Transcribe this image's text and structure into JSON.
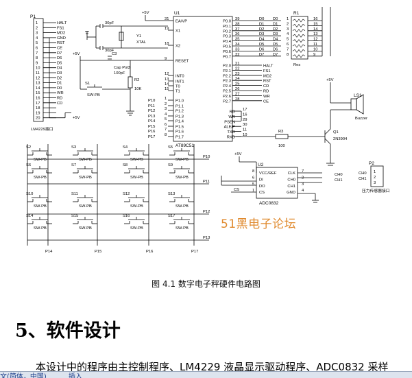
{
  "figure": {
    "caption": "图 4.1  数字电子秤硬件电路图",
    "watermark": "51黑电子论坛",
    "lcd": {
      "ref": "P1",
      "name": "LM4229接口",
      "pins": [
        "HALT",
        "FS1",
        "MD2",
        "GND",
        "RST",
        "CE",
        "D7",
        "D6",
        "D5",
        "D4",
        "D3",
        "D2",
        "D1",
        "D0",
        "WR",
        "RD",
        "CD",
        "",
        "",
        ""
      ],
      "vcc": "+5V"
    },
    "mcu": {
      "ref": "U1",
      "part": "AT89C51",
      "left_pins": [
        "EA/VP",
        "X1",
        "X2",
        "RESET",
        "INT0",
        "INT1",
        "T0",
        "T1",
        "P1.0",
        "P1.1",
        "P1.2",
        "P1.3",
        "P1.4",
        "P1.5",
        "P1.6",
        "P1.7"
      ],
      "left_nums": [
        "31",
        "19",
        "18",
        "9",
        "12",
        "13",
        "14",
        "15",
        "1",
        "2",
        "3",
        "4",
        "5",
        "6",
        "7",
        "8"
      ],
      "p0_pins": [
        "P0.0",
        "P0.1",
        "P0.2",
        "P0.3",
        "P0.4",
        "P0.5",
        "P0.6",
        "P0.7"
      ],
      "p0_nums": [
        "39",
        "38",
        "37",
        "36",
        "35",
        "34",
        "33",
        "32"
      ],
      "p2_pins": [
        "P2.0",
        "P2.1",
        "P2.2",
        "P2.3",
        "P2.4",
        "P2.5",
        "P2.6",
        "P2.7"
      ],
      "p2_nums": [
        "21",
        "22",
        "23",
        "24",
        "25",
        "26",
        "27",
        "28"
      ],
      "p3_pins": [
        "RD",
        "WR",
        "PSEN",
        "ALE/P",
        "TXD",
        "RXD"
      ],
      "p3_nums": [
        "17",
        "16",
        "29",
        "30",
        "11",
        "10"
      ]
    },
    "p0_nets": [
      "D0",
      "D1",
      "D2",
      "D3",
      "D4",
      "D5",
      "D6",
      "D7"
    ],
    "p2_nets": [
      "HALT",
      "FS1",
      "MD2",
      "RST",
      "CD",
      "RD",
      "WR",
      "CE"
    ],
    "p1_nets": [
      "P10",
      "P11",
      "P12",
      "P13",
      "P14",
      "P15",
      "P16",
      "P17"
    ],
    "resnet": {
      "ref": "R1",
      "name": "Res",
      "left_nums": [
        "1",
        "2",
        "3",
        "4",
        "5",
        "6",
        "7",
        "8"
      ],
      "right_nums": [
        "16",
        "15",
        "14",
        "13",
        "12",
        "11",
        "10",
        "9"
      ]
    },
    "osc": {
      "c1": "30pF",
      "c2": "30pF",
      "crystal_ref": "Y1",
      "crystal_name": "XTAL",
      "c3_ref": "C3",
      "c3_name": "Cap Pol3",
      "c3_value": "100pF",
      "r2_ref": "R2",
      "r2_value": "10K",
      "s1_ref": "S1",
      "s1_name": "SW-PB",
      "vcc": "+5V"
    },
    "adc": {
      "ref": "U2",
      "part": "ADC0832",
      "pins_left": [
        "VCC/REF",
        "DI",
        "DO",
        "CS"
      ],
      "pins_right": [
        "CLK",
        "CH0",
        "CH1",
        "GND"
      ],
      "nums_left": [
        "8",
        "6",
        "5",
        "1"
      ],
      "nums_right": [
        "7",
        "2",
        "3",
        "4"
      ],
      "nets": [
        "CH0",
        "CH1",
        "CS"
      ],
      "vcc": "+5V"
    },
    "buzzer": {
      "ref": "LS1",
      "name": "Buzzer",
      "vcc": "+5V",
      "r3_ref": "R3",
      "r3_value": "100",
      "q1_ref": "Q1",
      "q1_part": "2N3904"
    },
    "sensor": {
      "ref": "P2",
      "pins": [
        "CH0",
        "CH1"
      ],
      "nums": [
        "1",
        "2",
        "3"
      ],
      "name": "压力传感器接口"
    },
    "keypad": {
      "switch_refs": [
        "S2",
        "S3",
        "S4",
        "S5",
        "S6",
        "S7",
        "S8",
        "S9",
        "S10",
        "S11",
        "S12",
        "S13",
        "S14",
        "S15",
        "S16",
        "S17"
      ],
      "switch_name": "SW-PB",
      "row_labels": [
        "P10",
        "P11",
        "P12",
        "P13"
      ],
      "col_labels": [
        "P14",
        "P15",
        "P16",
        "P17"
      ]
    }
  },
  "document": {
    "heading": "5、软件设计",
    "body_line": "本设计中的程序由主控制程序、LM4229 液晶显示驱动程序、ADC0832 采样"
  },
  "statusbar": {
    "items": [
      "文(简体，中国)",
      "插入"
    ]
  }
}
